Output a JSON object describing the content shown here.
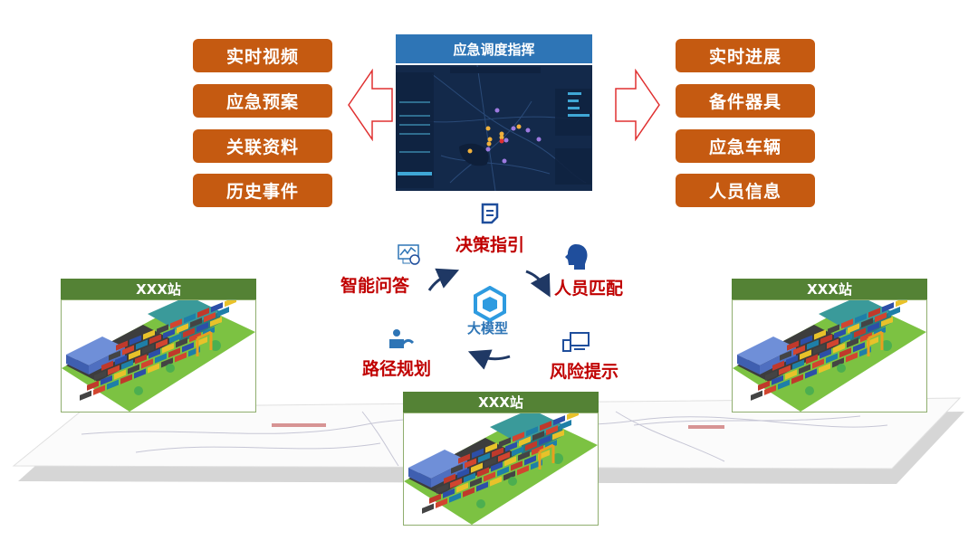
{
  "left_items": [
    "实时视频",
    "应急预案",
    "关联资料",
    "历史事件"
  ],
  "right_items": [
    "实时进展",
    "备件器具",
    "应急车辆",
    "人员信息"
  ],
  "center_panel": {
    "title": "应急调度指挥"
  },
  "cycle": {
    "center_label": "大模型",
    "items": [
      {
        "label": "决策指引",
        "icon": "document-icon"
      },
      {
        "label": "人员匹配",
        "icon": "person-head-icon"
      },
      {
        "label": "风险提示",
        "icon": "devices-icon"
      },
      {
        "label": "路径规划",
        "icon": "person-route-icon"
      },
      {
        "label": "智能问答",
        "icon": "monitor-chart-icon"
      }
    ]
  },
  "stations": [
    {
      "label": "XXX站"
    },
    {
      "label": "XXX站"
    },
    {
      "label": "XXX站"
    }
  ],
  "colors": {
    "orange": "#C55A11",
    "blue": "#2E75B6",
    "green": "#548235",
    "red": "#C00000",
    "navy": "#1F3864"
  }
}
